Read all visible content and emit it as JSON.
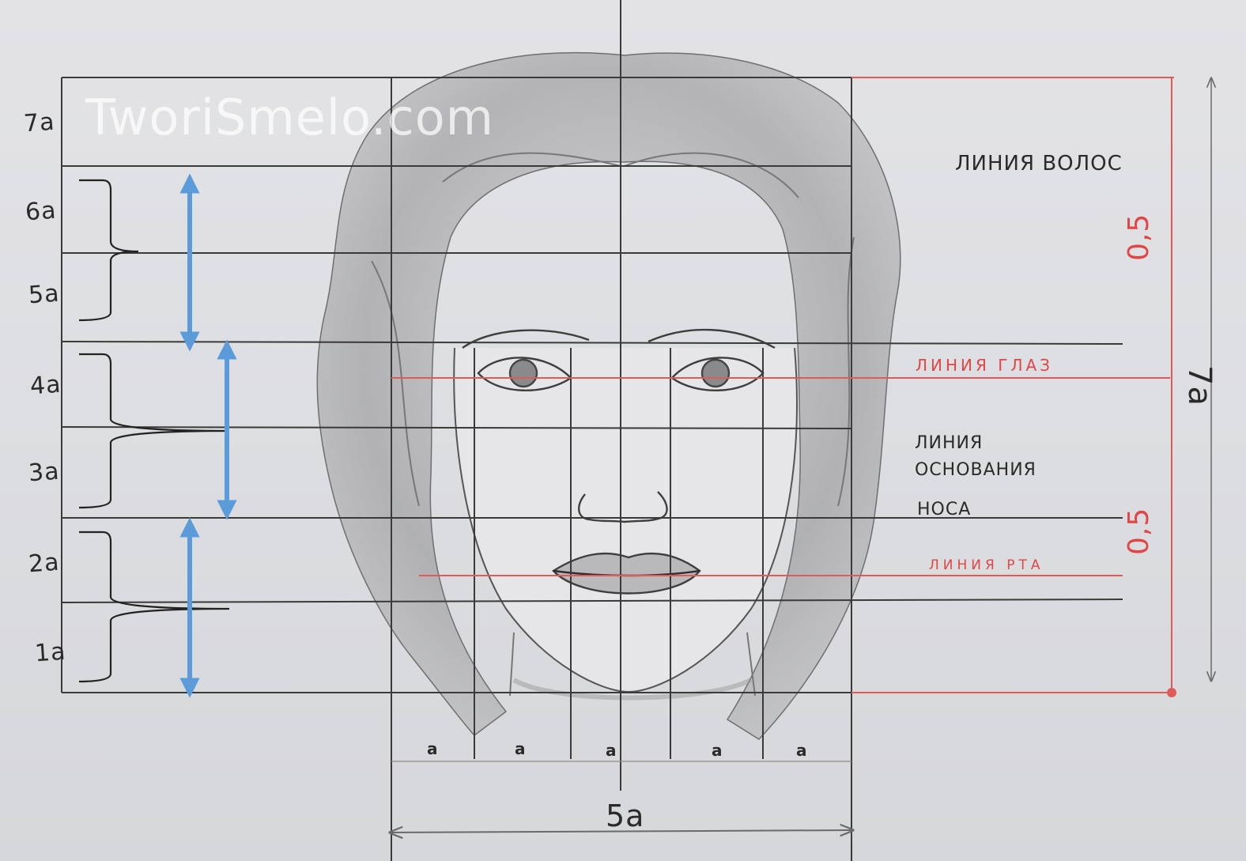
{
  "watermark": "TworiSmelo.com",
  "scale_ticks": [
    "1a",
    "2a",
    "3a",
    "4a",
    "5a",
    "6a",
    "7a"
  ],
  "lines": {
    "hair": "ЛИНИЯ ВОЛОС",
    "eyes": "ЛИНИЯ ГЛАЗ",
    "nose_1": "ЛИНИЯ",
    "nose_2": "ОСНОВАНИЯ",
    "nose_3": "НОСА",
    "mouth": "ЛИНИЯ РТА"
  },
  "width_units": [
    "a",
    "a",
    "a",
    "a",
    "a"
  ],
  "width_total": "5a",
  "height_total": "7a",
  "half_upper": "0,5",
  "half_lower": "0,5",
  "colors": {
    "grid": "#3a3a3a",
    "guide_red": "#e05a5a",
    "arrow_blue": "#5b9bd9",
    "paper": "#e0e0e3"
  }
}
